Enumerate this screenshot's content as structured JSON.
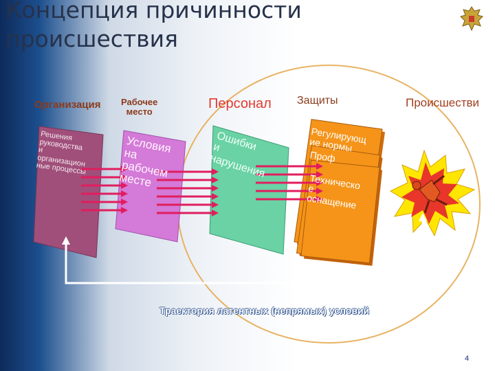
{
  "slide": {
    "title": "Концепция причинности происшествия",
    "page_number": "4"
  },
  "headers": {
    "organization": "Организация",
    "workplace": "Рабочее\nместо",
    "personnel": "Персонал",
    "defenses": "Защиты",
    "incident": "Происшестви"
  },
  "panels": {
    "organization": "Решения\nруководства\nи\nорганизацион\nные процессы",
    "workplace": "Условия\nна\nрабочем\nместе",
    "personnel": "Ошибки\nи\nнарушения"
  },
  "defense_cards": {
    "regulation": "Регулирующ\nие нормы",
    "training": "Проф\n",
    "equipment": "Техническо\nе\nоснащение"
  },
  "trajectory": "Траектория латентных (непрямых) условий",
  "colors": {
    "ellipse": "#e8b262",
    "panel_org": "#a04f7a",
    "panel_workplace": "#d47ad8",
    "panel_personnel": "#6ad2a4",
    "defense": "#f59419",
    "arrow": "#e11d5e",
    "header_text": "#8b3a1a"
  }
}
